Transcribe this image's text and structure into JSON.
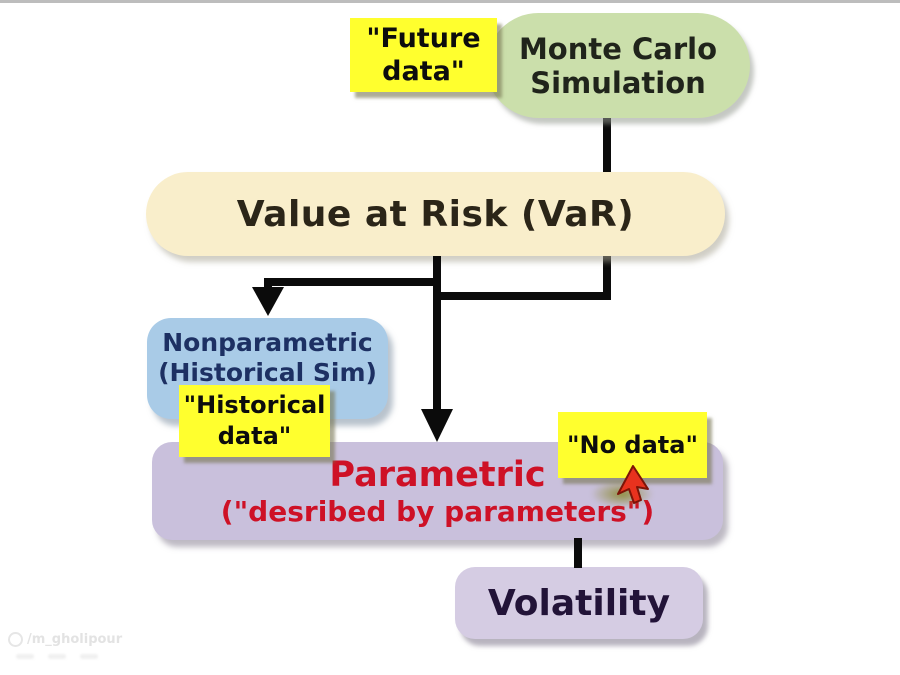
{
  "page": {
    "background": "#ffffff",
    "top_edge_color": "#bdbdbd",
    "connector_color": "#0b0b0b"
  },
  "diagram": {
    "type": "flowchart",
    "nodes": {
      "monte_carlo": {
        "line1": "Monte Carlo",
        "line2": "Simulation",
        "fill": "#cbdfab",
        "shape": "rounded-pill"
      },
      "var": {
        "label": "Value at Risk (VaR)",
        "fill": "#f9eecb",
        "shape": "stadium"
      },
      "nonparametric": {
        "line1": "Nonparametric",
        "line2": "(Historical Sim)",
        "fill": "#a9cbe7",
        "shape": "rounded-rect"
      },
      "parametric": {
        "title": "Parametric",
        "subtitle": "(\"desribed by parameters\")",
        "fill": "#c9c0dc",
        "text_color": "#ce1126",
        "shape": "rounded-rect"
      },
      "volatility": {
        "label": "Volatility",
        "fill": "#d5cce3",
        "shape": "rounded-rect"
      }
    },
    "sticky_notes": {
      "future": {
        "line1": "\"Future",
        "line2": "data\"",
        "fill": "#ffff2e"
      },
      "historical": {
        "line1": "\"Historical",
        "line2": "data\"",
        "fill": "#ffff2e"
      },
      "no_data": {
        "label": "\"No data\"",
        "fill": "#ffff2e"
      }
    },
    "edges": [
      {
        "from": "monte_carlo",
        "to": "parametric_junction",
        "style": "elbow-line"
      },
      {
        "from": "var",
        "to": "nonparametric",
        "style": "arrow"
      },
      {
        "from": "var",
        "to": "parametric",
        "style": "arrow"
      },
      {
        "from": "parametric",
        "to": "volatility",
        "style": "line"
      }
    ]
  },
  "cursor": {
    "type": "red-arrow-pointer",
    "fill": "#e8321e"
  },
  "watermark": {
    "icon": "logo-icon",
    "handle": "/m_gholipour"
  }
}
